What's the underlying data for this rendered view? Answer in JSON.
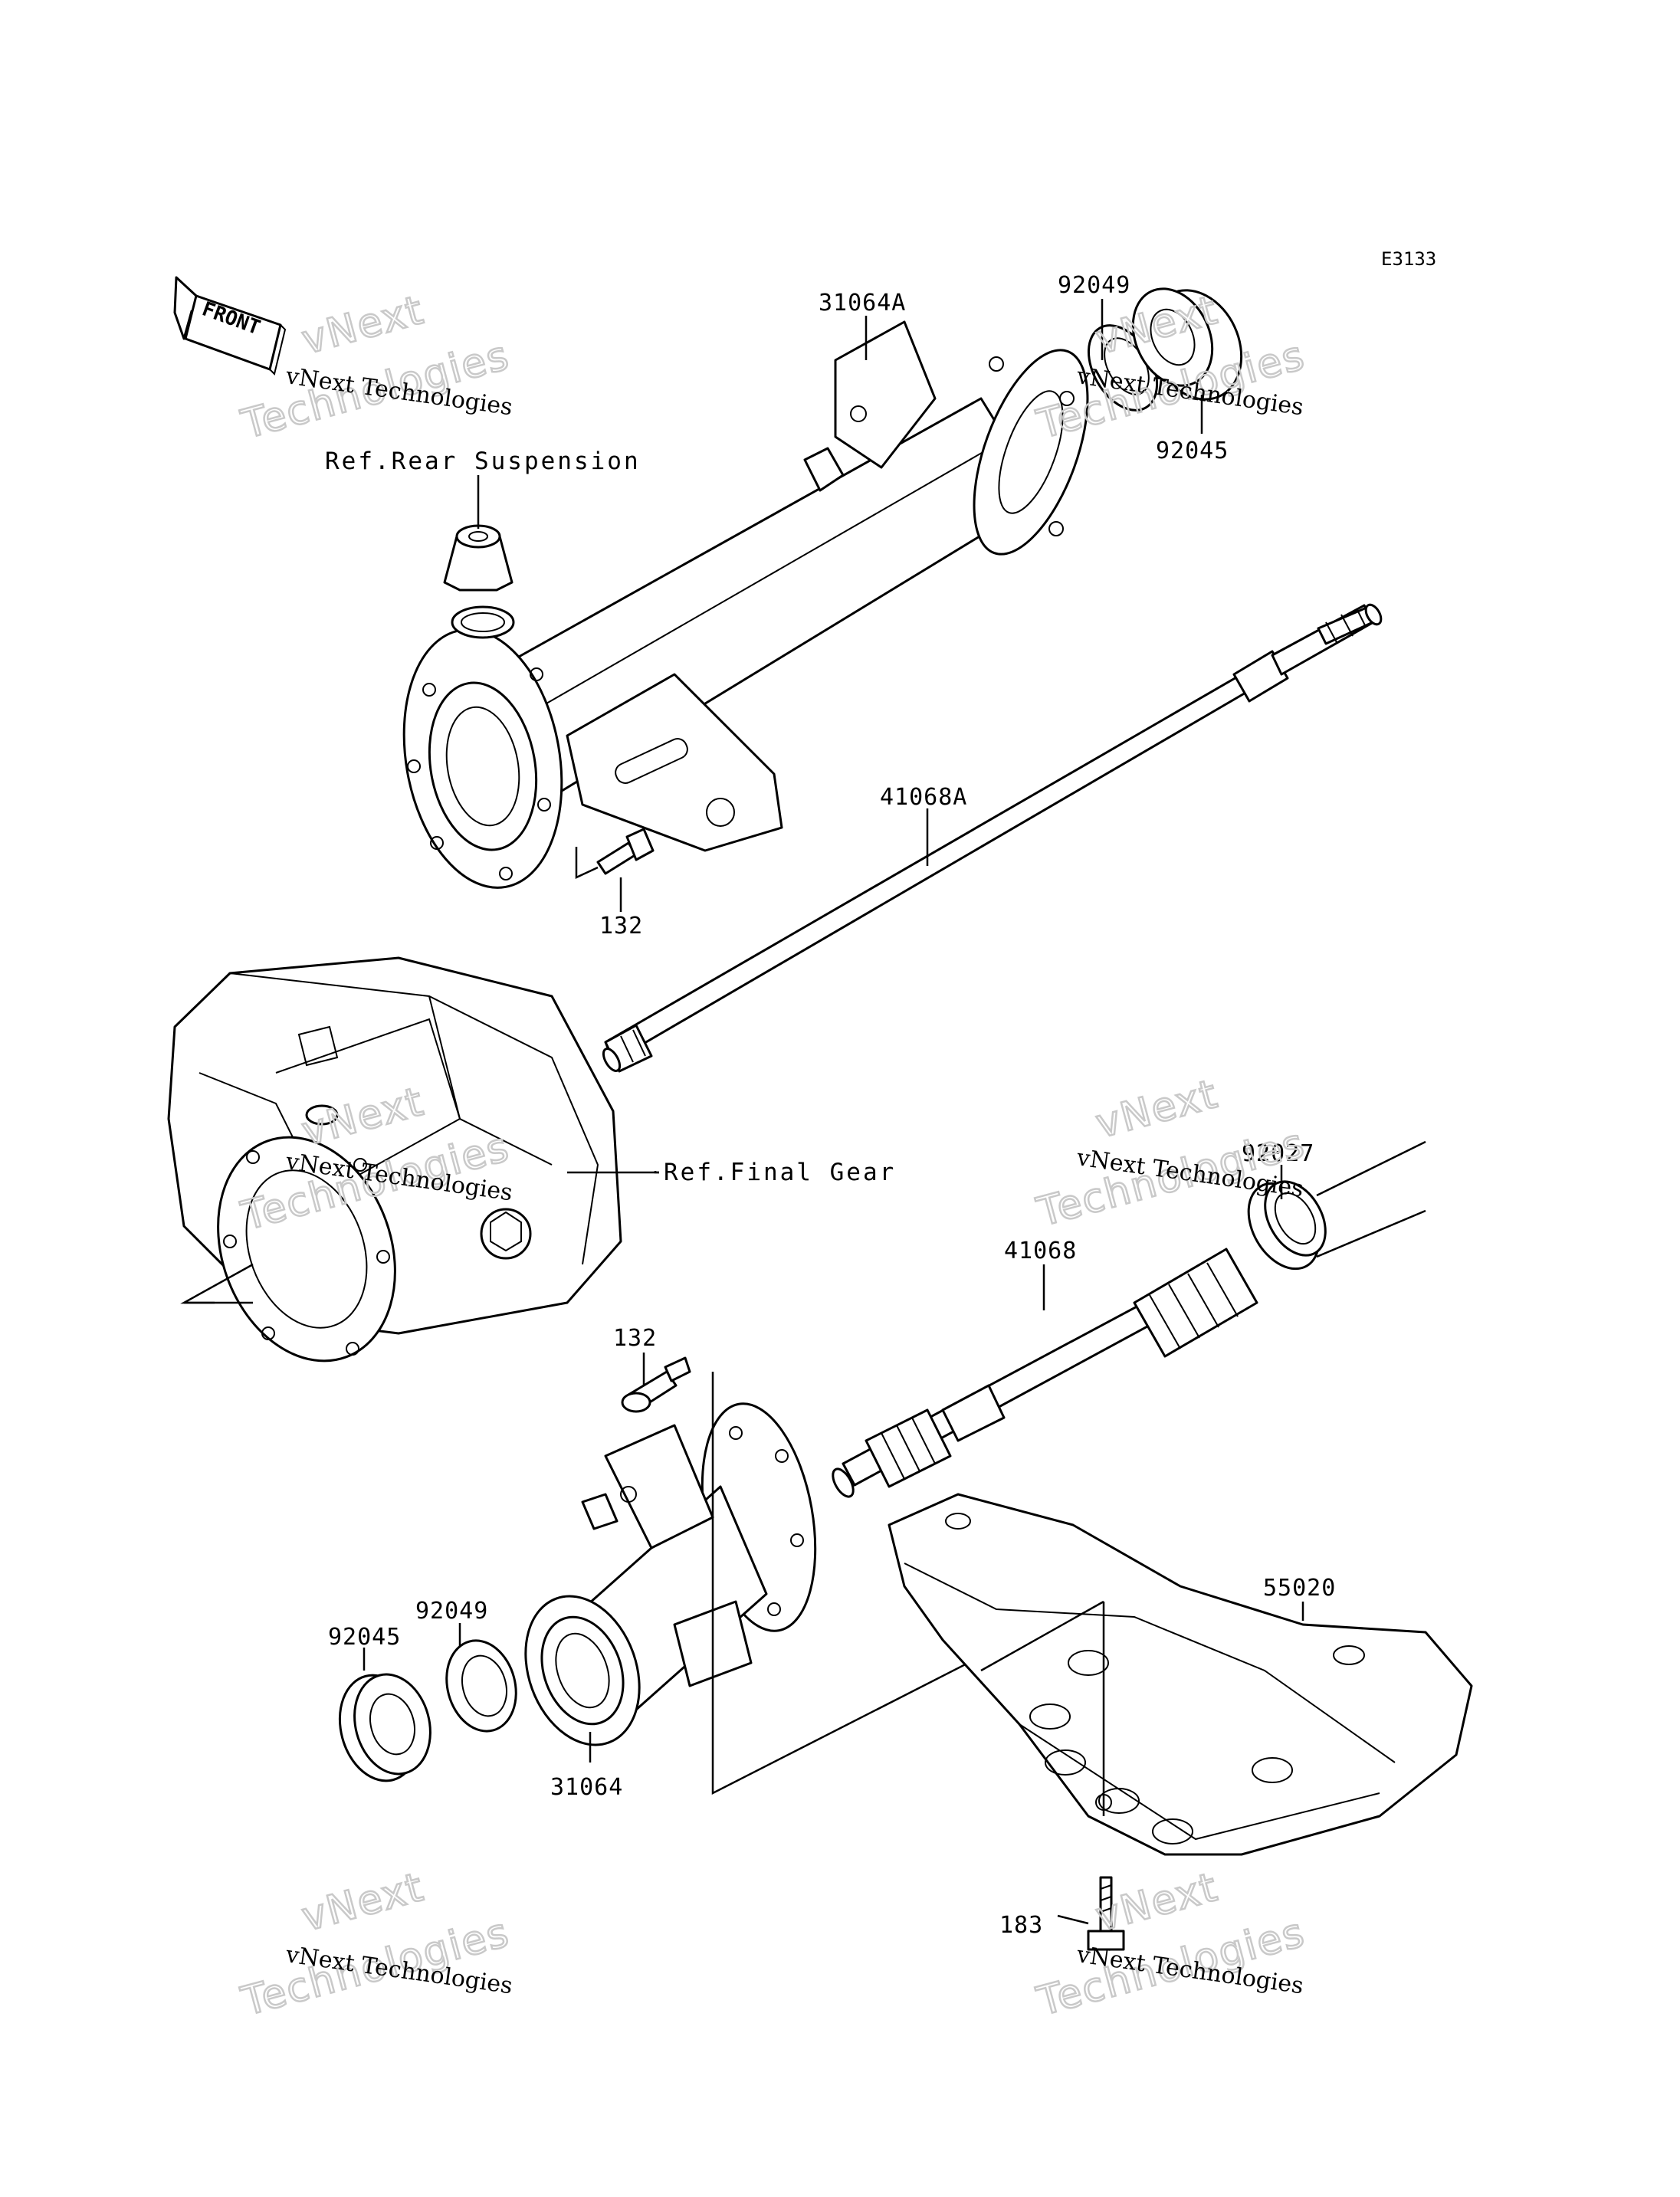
{
  "diagram_code": "E3133",
  "front_label": "FRONT",
  "reference_labels": {
    "rear_suspension": "Ref.Rear Suspension",
    "final_gear": "Ref.Final Gear"
  },
  "part_numbers": {
    "housing_upper": "31064A",
    "seal_upper": "92049",
    "bearing_upper": "92045",
    "bolt_upper": "132",
    "shaft_upper": "41068A",
    "collar": "92027",
    "shaft_lower": "41068",
    "bolt_lower": "132",
    "guard": "55020",
    "bearing_lower": "92045",
    "seal_lower": "92049",
    "housing_lower": "31064",
    "bolt_guard": "183"
  },
  "watermark": {
    "company": "vNext Technologies",
    "line1": "vNext",
    "line2": "Technologies"
  }
}
